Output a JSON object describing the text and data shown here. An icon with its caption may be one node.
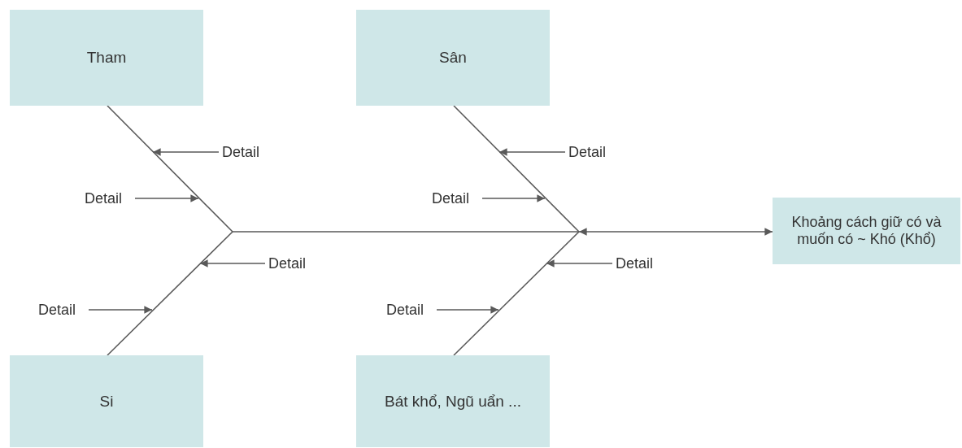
{
  "diagram": {
    "nodes": [
      {
        "text": [
          "Tham"
        ]
      },
      {
        "text": [
          "Sân"
        ]
      },
      {
        "text": [
          "Si"
        ]
      },
      {
        "text": [
          "Bát khổ, Ngũ uẩn ..."
        ]
      },
      {
        "text": [
          "Khoảng cách giữ có và muốn có  ~ Khó (Khổ)"
        ]
      },
      {
        "text": [
          "Detail"
        ]
      },
      {
        "text": [
          "Detail"
        ]
      },
      {
        "text": [
          "Detail"
        ]
      },
      {
        "text": [
          "Detail"
        ]
      },
      {
        "text": [
          "Detail"
        ]
      },
      {
        "text": [
          "Detail"
        ]
      },
      {
        "text": [
          "Detail"
        ]
      },
      {
        "text": [
          "Detail"
        ]
      }
    ],
    "edges": [
      {
        "from": 0,
        "to": null,
        "arrow": "none"
      },
      {
        "from": 2,
        "to": null,
        "arrow": "none"
      },
      {
        "from": 1,
        "to": null,
        "arrow": "none"
      },
      {
        "from": 3,
        "to": null,
        "arrow": "none"
      },
      {
        "from": null,
        "to": 4,
        "arrow": "both"
      },
      {
        "from": 5,
        "to": null,
        "arrow": "to"
      },
      {
        "from": 6,
        "to": null,
        "arrow": "to"
      },
      {
        "from": 7,
        "to": null,
        "arrow": "to"
      },
      {
        "from": 8,
        "to": null,
        "arrow": "to"
      },
      {
        "from": 9,
        "to": null,
        "arrow": "to"
      },
      {
        "from": 10,
        "to": null,
        "arrow": "to"
      },
      {
        "from": 11,
        "to": null,
        "arrow": "to"
      },
      {
        "from": 12,
        "to": null,
        "arrow": "to"
      }
    ]
  }
}
